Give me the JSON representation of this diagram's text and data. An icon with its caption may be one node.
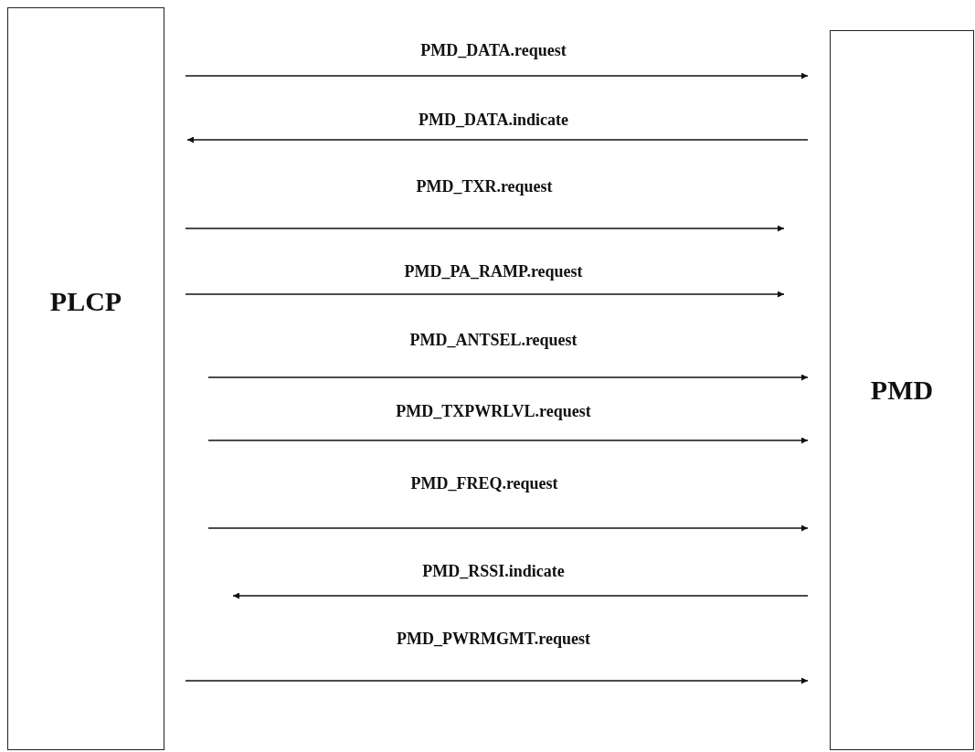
{
  "diagram": {
    "nodes": [
      {
        "text": [
          "PLCP"
        ]
      },
      {
        "text": [
          "PMD"
        ]
      }
    ],
    "edges": [
      {
        "from": 0,
        "to": 1,
        "arrow": "to",
        "label": "PMD_DATA.request"
      },
      {
        "from": 1,
        "to": 0,
        "arrow": "to",
        "label": "PMD_DATA.indicate"
      },
      {
        "from": 0,
        "to": 1,
        "arrow": "to",
        "label": "PMD_TXR.request"
      },
      {
        "from": 0,
        "to": 1,
        "arrow": "to",
        "label": "PMD_PA_RAMP.request"
      },
      {
        "from": 0,
        "to": 1,
        "arrow": "to",
        "label": "PMD_ANTSEL.request"
      },
      {
        "from": 0,
        "to": 1,
        "arrow": "to",
        "label": "PMD_TXPWRLVL.request"
      },
      {
        "from": 0,
        "to": 1,
        "arrow": "to",
        "label": "PMD_FREQ.request"
      },
      {
        "from": 1,
        "to": 0,
        "arrow": "to",
        "label": "PMD_RSSI.indicate"
      },
      {
        "from": 0,
        "to": 1,
        "arrow": "to",
        "label": "PMD_PWRMGMT.request"
      }
    ]
  }
}
